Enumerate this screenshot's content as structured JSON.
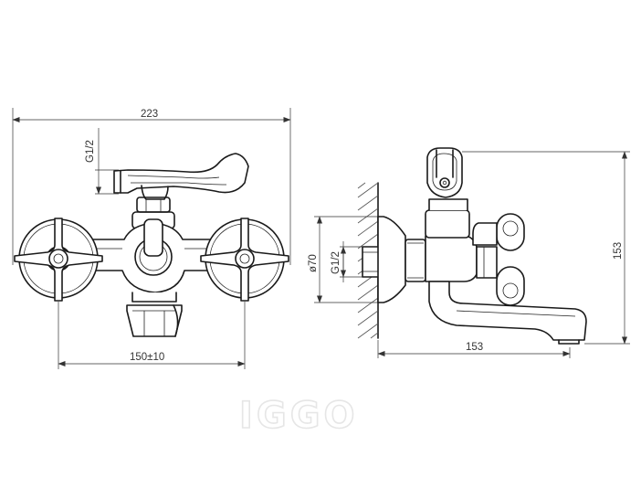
{
  "dimensions": {
    "width_overall": "223",
    "thread_top": "G1/2",
    "center_distance": "150±10",
    "flange_diameter": "ø70",
    "thread_side": "G1/2",
    "spout_reach": "153",
    "height_overall": "153"
  },
  "watermark": "IGGO"
}
